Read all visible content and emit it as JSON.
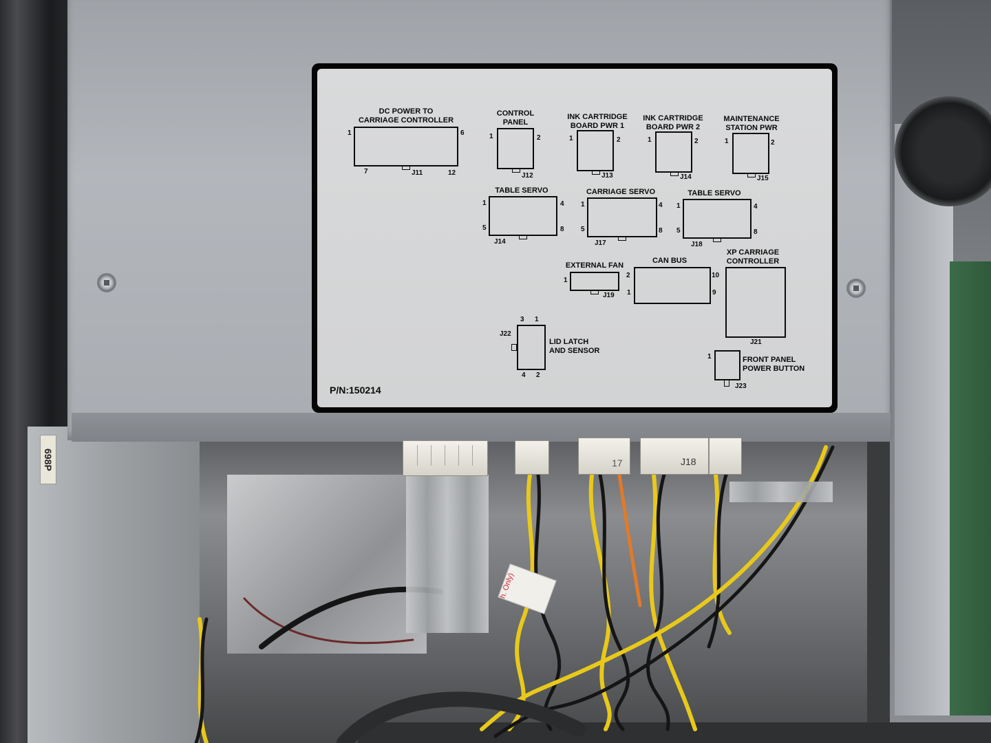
{
  "label": {
    "part_number": "P/N:150214",
    "dc_power": {
      "title": "DC POWER TO\nCARRIAGE CONTROLLER",
      "jack": "J11",
      "pin_tl": "1",
      "pin_tr": "6",
      "pin_bl": "7",
      "pin_br": "12"
    },
    "control_panel": {
      "title": "CONTROL\nPANEL",
      "jack": "J12",
      "pin_l": "1",
      "pin_r": "2"
    },
    "ink_pwr1": {
      "title": "INK CARTRIDGE\nBOARD PWR 1",
      "jack": "J13",
      "pin_l": "1",
      "pin_r": "2"
    },
    "ink_pwr2": {
      "title": "INK CARTRIDGE\nBOARD PWR 2",
      "jack": "J14",
      "pin_l": "1",
      "pin_r": "2"
    },
    "maint_pwr": {
      "title": "MAINTENANCE\nSTATION PWR",
      "jack": "J15",
      "pin_l": "1",
      "pin_r": "2"
    },
    "table_servo_1": {
      "title": "TABLE SERVO",
      "jack": "J14",
      "pin_tl": "1",
      "pin_tr": "4",
      "pin_bl": "5",
      "pin_br": "8"
    },
    "carriage_servo": {
      "title": "CARRIAGE SERVO",
      "jack": "J17",
      "pin_tl": "1",
      "pin_tr": "4",
      "pin_bl": "5",
      "pin_br": "8"
    },
    "table_servo_2": {
      "title": "TABLE SERVO",
      "jack": "J18",
      "pin_tl": "1",
      "pin_tr": "4",
      "pin_bl": "5",
      "pin_br": "8"
    },
    "external_fan": {
      "title": "EXTERNAL FAN",
      "jack": "J19",
      "pin_l": "1"
    },
    "can_bus": {
      "title": "CAN BUS",
      "pin_tl": "2",
      "pin_tr": "10",
      "pin_bl": "1",
      "pin_br": "9"
    },
    "xp_carriage": {
      "title": "XP CARRIAGE\nCONTROLLER",
      "jack": "J21"
    },
    "lid_latch": {
      "title": "LID LATCH\nAND SENSOR",
      "jack": "J22",
      "pin_tl": "3",
      "pin_tr": "1",
      "pin_bl": "4",
      "pin_br": "2"
    },
    "front_panel": {
      "title": "FRONT PANEL\nPOWER BUTTON",
      "jack": "J23",
      "pin_l": "1"
    }
  },
  "plug_markings": {
    "j17": "17",
    "j18": "J18"
  },
  "bracket_tag": "698P",
  "wire_tag": "h. Only)",
  "colors": {
    "label_bg": "#d6d7d8",
    "label_border": "#050505",
    "wire_yellow": "#e8c91b",
    "wire_black": "#151515",
    "wire_orange": "#e07a2a"
  }
}
